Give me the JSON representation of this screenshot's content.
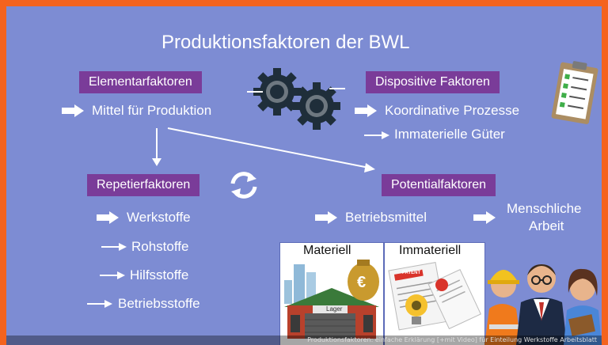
{
  "title": "Produktionsfaktoren der BWL",
  "boxes": {
    "elementar": "Elementarfaktoren",
    "dispositiv": "Dispositive Faktoren",
    "repetier": "Repetierfaktoren",
    "potential": "Potentialfaktoren"
  },
  "items": {
    "mittel": "Mittel für Produktion",
    "koordinative": "Koordinative Prozesse",
    "immaterielle_gueter": "Immaterielle Güter",
    "werkstoffe": "Werkstoffe",
    "rohstoffe": "Rohstoffe",
    "hilfsstoffe": "Hilfsstoffe",
    "betriebsstoffe": "Betriebsstoffe",
    "betriebsmittel": "Betriebsmittel",
    "menschliche_arbeit": [
      "Menschliche",
      "Arbeit"
    ]
  },
  "panels": {
    "materiell": "Materiell",
    "immateriell": "Immateriell",
    "lager": "Lager",
    "currency": "€",
    "patent": "PATENT"
  },
  "footer": "Produktionsfaktoren: einfache Erklärung [+mit Video] für Einteilung Werkstoffe Arbeitsblatt",
  "colors": {
    "background": "#7d8cd3",
    "box": "#7a3c99",
    "frame": "#f4631e"
  }
}
